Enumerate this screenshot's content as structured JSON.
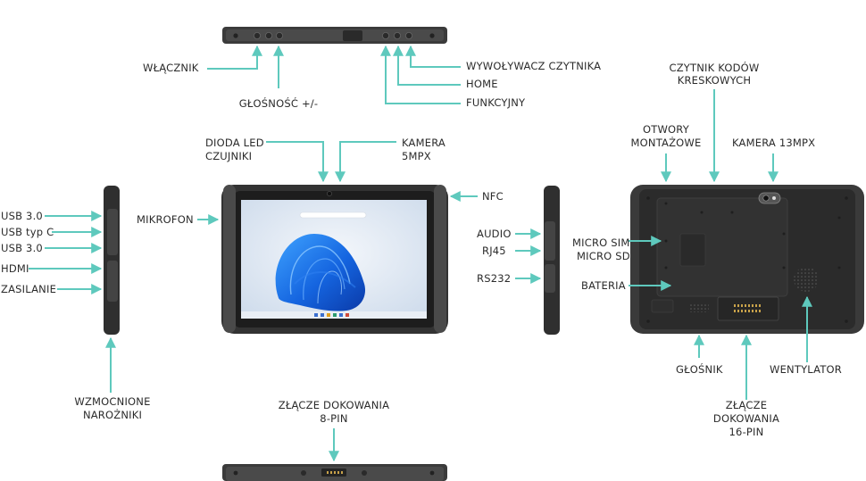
{
  "accent_color": "#5ec9bd",
  "device_color": "#3a3a3a",
  "labels": {
    "power": "WŁĄCZNIK",
    "volume": "GŁOŚNOŚĆ +/-",
    "scanner_trigger": "WYWOŁYWACZ CZYTNIKA",
    "home": "HOME",
    "function": "FUNKCYJNY",
    "led_line1": "DIODA LED",
    "led_line2": "CZUJNIKI",
    "front_cam_line1": "KAMERA",
    "front_cam_line2": "5MPX",
    "nfc": "NFC",
    "microphone": "MIKROFON",
    "usb3_a": "USB 3.0",
    "usb_c": "USB typ C",
    "usb3_b": "USB 3.0",
    "hdmi": "HDMI",
    "power_supply": "ZASILANIE",
    "corners_line1": "WZMOCNIONE",
    "corners_line2": "NAROŻNIKI",
    "audio": "AUDIO",
    "rj45": "RJ45",
    "rs232": "RS232",
    "barcode_line1": "CZYTNIK KODÓW",
    "barcode_line2": "KRESKOWYCH",
    "mount_line1": "OTWORY",
    "mount_line2": "MONTAŻOWE",
    "rear_cam": "KAMERA 13MPX",
    "sim_line1": "MICRO SIM",
    "sim_line2": "MICRO SD",
    "battery": "BATERIA",
    "speaker": "GŁOŚNIK",
    "fan": "WENTYLATOR",
    "dock16_line1": "ZŁĄCZE",
    "dock16_line2": "DOKOWANIA",
    "dock16_line3": "16-PIN",
    "dock8_line1": "ZŁĄCZE DOKOWANIA",
    "dock8_line2": "8-PIN"
  }
}
